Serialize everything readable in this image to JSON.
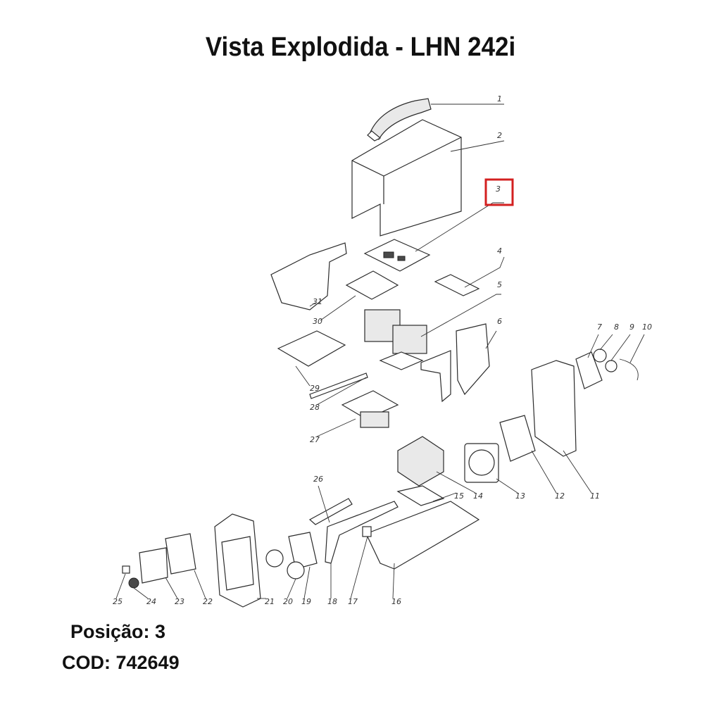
{
  "title": "Vista Explodida - LHN 242i",
  "position_label": "Posição: 3",
  "code_label": "COD: 742649",
  "highlight_color": "#d32020",
  "part_numbers": [
    "1",
    "2",
    "3",
    "4",
    "5",
    "6",
    "7",
    "8",
    "9",
    "10",
    "11",
    "12",
    "13",
    "14",
    "15",
    "16",
    "17",
    "18",
    "19",
    "20",
    "21",
    "22",
    "23",
    "24",
    "25",
    "26",
    "27",
    "28",
    "29",
    "30",
    "31"
  ],
  "highlighted_part": "3"
}
